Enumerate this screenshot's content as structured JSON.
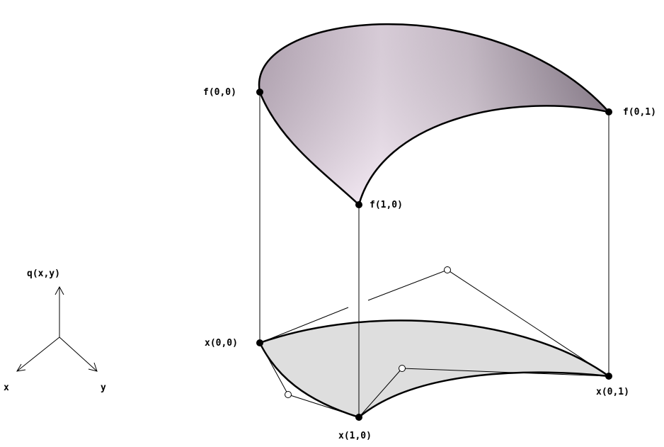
{
  "axes": {
    "q_label": "q(x,y)",
    "x_label": "x",
    "y_label": "y"
  },
  "points": {
    "f00": "f(0,0)",
    "f01": "f(0,1)",
    "f10": "f(1,0)",
    "x00": "x(0,0)",
    "x01": "x(0,1)",
    "x10": "x(1,0)"
  },
  "colors": {
    "surface_light": "#f4e7f4",
    "surface_dark": "#8e8090",
    "base_fill": "#dedede",
    "stroke": "#000000"
  }
}
